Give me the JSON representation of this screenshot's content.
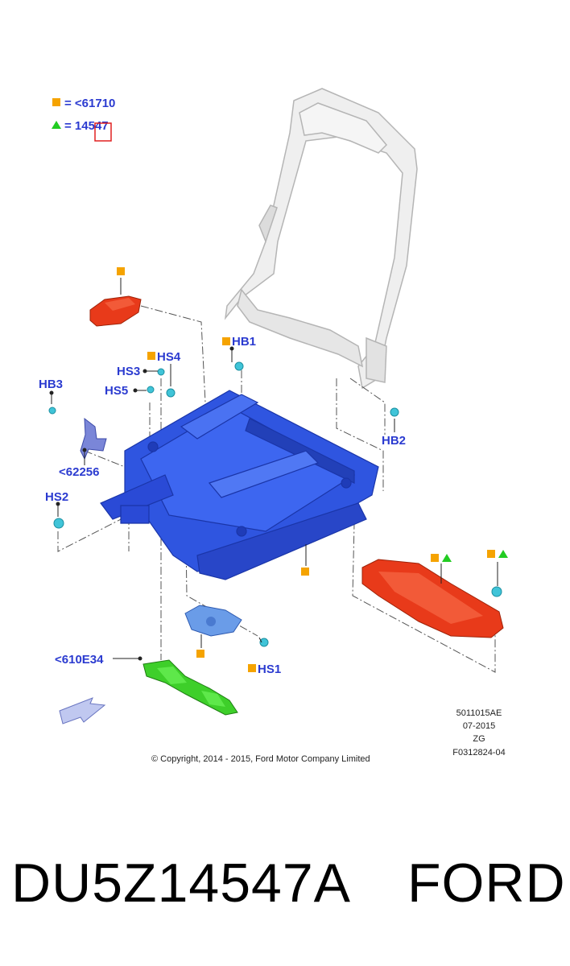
{
  "legend": {
    "square_text": "= <61710",
    "triangle_text": "= 14547"
  },
  "callouts": {
    "hb1": "HB1",
    "hb2": "HB2",
    "hb3": "HB3",
    "hs1": "HS1",
    "hs2": "HS2",
    "hs3": "HS3",
    "hs4": "HS4",
    "hs5": "HS5",
    "ref_62256": "<62256",
    "ref_610e34": "<610E34"
  },
  "info": {
    "code": "5011015AE",
    "date": "07-2015",
    "zg": "ZG",
    "figure": "F0312824-04",
    "copyright": "© Copyright, 2014 - 2015, Ford Motor Company Limited"
  },
  "footer": {
    "part_number": "DU5Z14547A",
    "brand": "FORD"
  },
  "colors": {
    "callout": "#2b3bd0",
    "square_marker": "#f5a300",
    "triangle_marker": "#22cc22",
    "frame_blue": "#2f55e0",
    "part_red": "#e83a1a",
    "part_green": "#3ecf2a",
    "fastener_cyan": "#40c4d8"
  }
}
